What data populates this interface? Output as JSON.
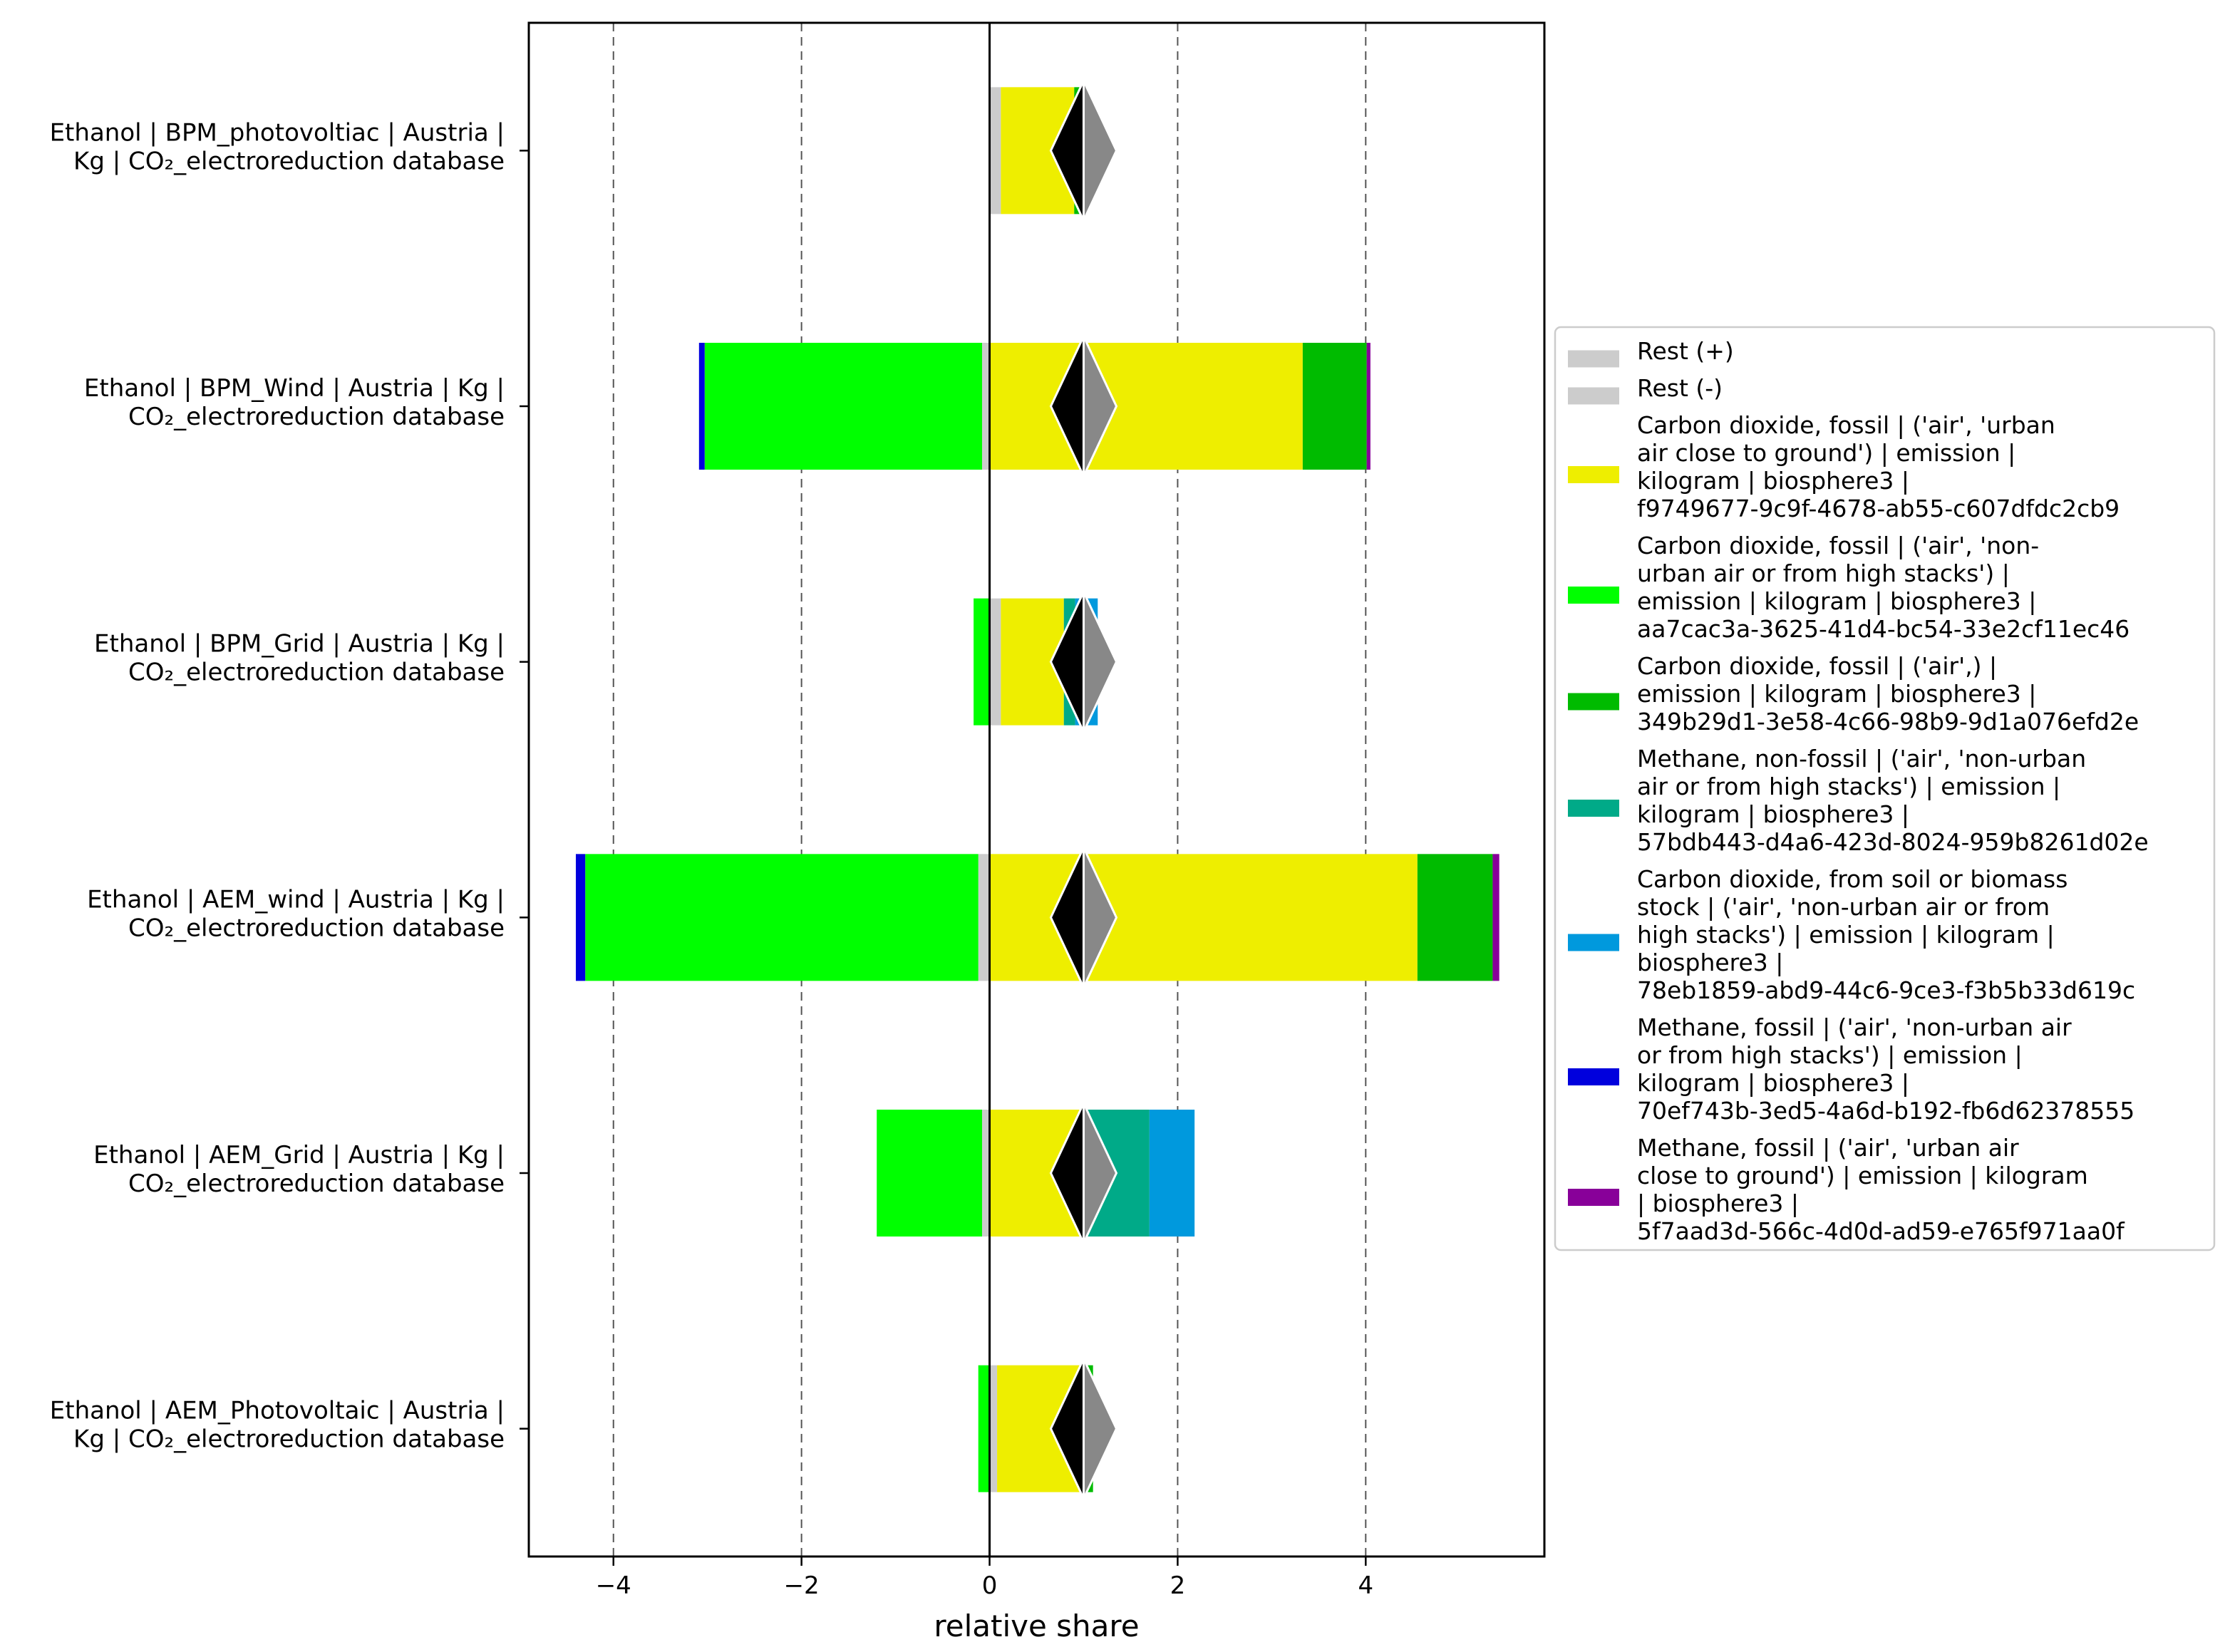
{
  "chart_data": {
    "type": "bar",
    "orientation": "horizontal",
    "stacked": true,
    "xlabel": "relative share",
    "xlim": [
      -4.9,
      5.9
    ],
    "xticks": [
      -4,
      -2,
      0,
      2,
      4
    ],
    "xtick_labels": [
      "−4",
      "−2",
      "0",
      "2",
      "4"
    ],
    "grid": "vertical dashed at x ticks",
    "legend_position": "right, outside plot",
    "categories": [
      [
        "Ethanol | BPM_photovoltiac | Austria |",
        "Kg | CO₂_electroreduction database"
      ],
      [
        "Ethanol | BPM_Wind | Austria | Kg |",
        "CO₂_electroreduction database"
      ],
      [
        "Ethanol | BPM_Grid | Austria | Kg |",
        "CO₂_electroreduction database"
      ],
      [
        "Ethanol | AEM_wind | Austria | Kg |",
        "CO₂_electroreduction database"
      ],
      [
        "Ethanol | AEM_Grid | Austria | Kg |",
        "CO₂_electroreduction database"
      ],
      [
        "Ethanol | AEM_Photovoltaic | Austria |",
        "Kg | CO₂_electroreduction database"
      ]
    ],
    "series": [
      {
        "name": "Rest (+)",
        "color": "#cccccc",
        "values": [
          0.12,
          0,
          0.12,
          0,
          0,
          0.08
        ]
      },
      {
        "name": "Rest (-)",
        "color": "#cccccc",
        "values": [
          0,
          -0.08,
          0,
          -0.12,
          -0.08,
          0
        ]
      },
      {
        "name": [
          "Carbon dioxide, fossil | ('air', 'urban",
          "air close to ground') | emission |",
          "kilogram | biosphere3 |",
          "f9749677-9c9f-4678-ab55-c607dfdc2cb9"
        ],
        "color": "#eeee00",
        "values": [
          0.78,
          3.33,
          0.67,
          4.55,
          1.0,
          0.92
        ]
      },
      {
        "name": [
          "Carbon dioxide, fossil | ('air', 'non-",
          "urban air or from high stacks') |",
          "emission | kilogram | biosphere3 |",
          "aa7cac3a-3625-41d4-bc54-33e2cf11ec46"
        ],
        "color": "#00ff00",
        "values": [
          0,
          -2.95,
          -0.17,
          -4.18,
          -1.12,
          -0.12
        ]
      },
      {
        "name": [
          "Carbon dioxide, fossil | ('air',) |",
          "emission | kilogram | biosphere3 |",
          "349b29d1-3e58-4c66-98b9-9d1a076efd2e"
        ],
        "color": "#00bb00",
        "values": [
          0.1,
          0.68,
          0,
          0.8,
          0,
          0.1
        ]
      },
      {
        "name": [
          "Methane, non-fossil | ('air', 'non-urban",
          "air or from high stacks') | emission |",
          "kilogram | biosphere3 |",
          "57bdb443-d4a6-423d-8024-959b8261d02e"
        ],
        "color": "#00aa88",
        "values": [
          0,
          0,
          0.12,
          0,
          0.7,
          0
        ]
      },
      {
        "name": [
          "Carbon dioxide, from soil or biomass",
          "stock | ('air', 'non-urban air or from",
          "high stacks') | emission | kilogram |",
          "biosphere3 |",
          "78eb1859-abd9-44c6-9ce3-f3b5b33d619c"
        ],
        "color": "#0099dd",
        "values": [
          0,
          0,
          0.24,
          0,
          0.48,
          0
        ]
      },
      {
        "name": [
          "Methane, fossil | ('air', 'non-urban air",
          "or from high stacks') | emission |",
          "kilogram | biosphere3 |",
          "70ef743b-3ed5-4a6d-b192-fb6d62378555"
        ],
        "color": "#0000dd",
        "values": [
          0,
          -0.06,
          0,
          -0.1,
          0,
          0
        ]
      },
      {
        "name": [
          "Methane, fossil | ('air', 'urban air",
          "close to ground') | emission | kilogram",
          "| biosphere3 |",
          "5f7aad3d-566c-4d0d-ad59-e765f971aa0f"
        ],
        "color": "#880099",
        "values": [
          0,
          0.04,
          0,
          0.07,
          0,
          0
        ]
      }
    ],
    "total_marker": {
      "values": [
        1,
        1,
        1,
        1,
        1,
        1
      ],
      "shape": "diamond",
      "colors": [
        "#000000",
        "#888888"
      ]
    }
  }
}
